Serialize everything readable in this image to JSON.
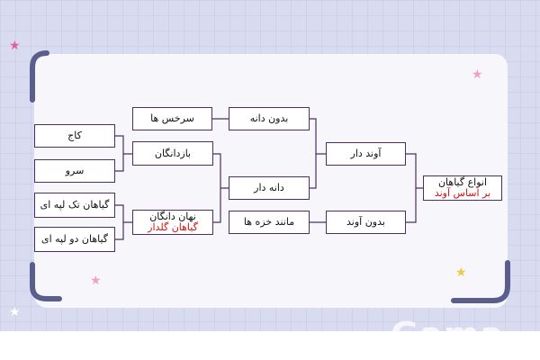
{
  "diagram": {
    "root": {
      "line1": "انواع گیاهان",
      "line2": "بر اساس آوند"
    },
    "vascular": "آوند دار",
    "nonvascular": "بدون آوند",
    "seedless": "بدون دانه",
    "seeded": "دانه دار",
    "mosslike": "مانند خزه ها",
    "ferns": "سرخس ها",
    "gymnosperms": "بازدانگان",
    "angiosperms": {
      "line1": "نهان دانگان",
      "line2": "گیاهان گلدار"
    },
    "pine": "کاج",
    "cypress": "سرو",
    "monocot": "گیاهان تک لپه ای",
    "dicot": "گیاهان دو لپه ای"
  },
  "colors": {
    "background": "#d9dbf0",
    "card": "#f7f7fb",
    "border": "#4a2f63",
    "accent_text": "#d01515",
    "bracket": "#5a5e8c"
  },
  "watermark": "Gama"
}
